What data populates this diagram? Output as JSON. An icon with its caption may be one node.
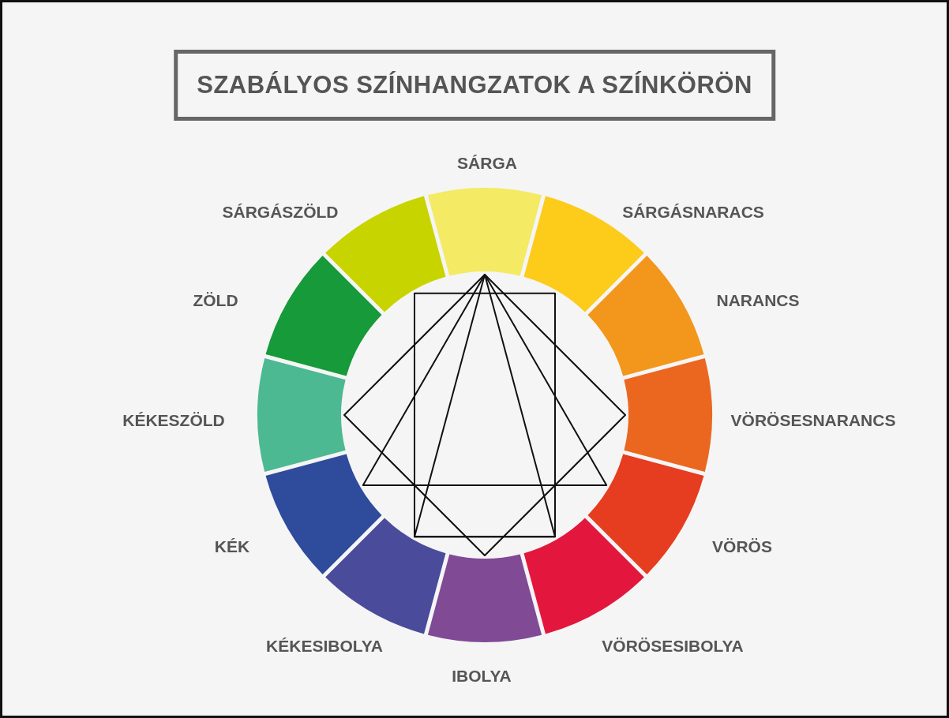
{
  "diagram": {
    "title": "SZABÁLYOS SZÍNHANGZATOK A SZÍNKÖRÖN",
    "nodes": [
      {
        "text": [],
        "shape": "wedge",
        "beside": [
          "SÁRGA"
        ]
      },
      {
        "text": [],
        "shape": "wedge",
        "beside": [
          "SÁRGÁSNARACS"
        ]
      },
      {
        "text": [],
        "shape": "wedge",
        "beside": [
          "NARANCS"
        ]
      },
      {
        "text": [],
        "shape": "wedge",
        "beside": [
          "VÖRÖSESNARANCS"
        ]
      },
      {
        "text": [],
        "shape": "wedge",
        "beside": [
          "VÖRÖS"
        ]
      },
      {
        "text": [],
        "shape": "wedge",
        "beside": [
          "VÖRÖSESIBOLYA"
        ]
      },
      {
        "text": [],
        "shape": "wedge",
        "beside": [
          "IBOLYA"
        ]
      },
      {
        "text": [],
        "shape": "wedge",
        "beside": [
          "KÉKESIBOLYA"
        ]
      },
      {
        "text": [],
        "shape": "wedge",
        "beside": [
          "KÉK"
        ]
      },
      {
        "text": [],
        "shape": "wedge",
        "beside": [
          "KÉKESZÖLD"
        ]
      },
      {
        "text": [],
        "shape": "wedge",
        "beside": [
          "ZÖLD"
        ]
      },
      {
        "text": [],
        "shape": "wedge",
        "beside": [
          "SÁRGÁSZÖLD"
        ]
      }
    ]
  }
}
